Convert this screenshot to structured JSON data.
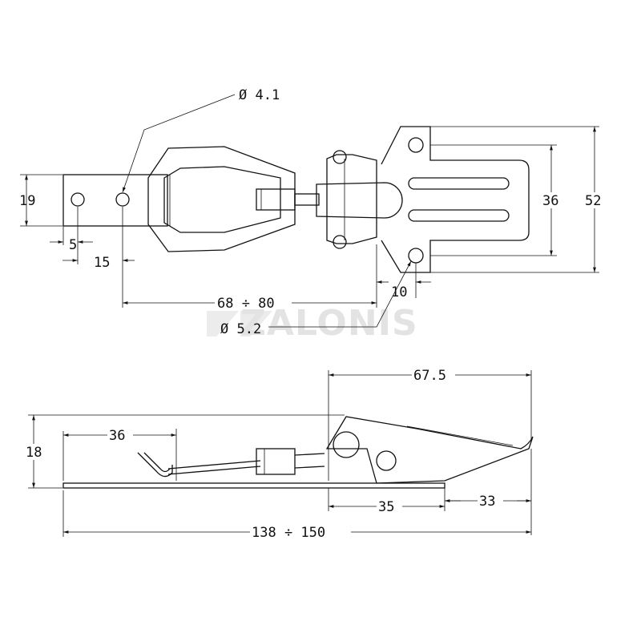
{
  "watermark": {
    "text": "ZALONIS",
    "color": "#e3e3e3"
  },
  "dimensions": {
    "hole_small": "Ø 4.1",
    "hole_large": "Ø 5.2",
    "width_19": "19",
    "offset_5": "5",
    "offset_15": "15",
    "range_top": "68 ÷ 80",
    "offset_10": "10",
    "height_36": "36",
    "height_52": "52",
    "length_67_5": "67.5",
    "length_36": "36",
    "height_18": "18",
    "length_35": "35",
    "length_33": "33",
    "range_total": "138 ÷ 150"
  },
  "colors": {
    "line": "#111111",
    "background": "#ffffff"
  }
}
